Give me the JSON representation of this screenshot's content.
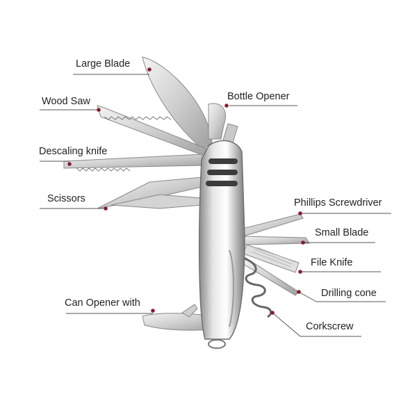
{
  "accent_color": "#8b1a2b",
  "line_color": "#555555",
  "labels": {
    "large_blade": "Large Blade",
    "wood_saw": "Wood Saw",
    "descaling_knife": "Descaling knife",
    "scissors": "Scissors",
    "can_opener": "Can Opener with",
    "bottle_opener": "Bottle Opener",
    "phillips_screwdriver": "Phillips Screwdriver",
    "small_blade": "Small Blade",
    "file_knife": "File Knife",
    "drilling_cone": "Drilling cone",
    "corkscrew": "Corkscrew"
  }
}
